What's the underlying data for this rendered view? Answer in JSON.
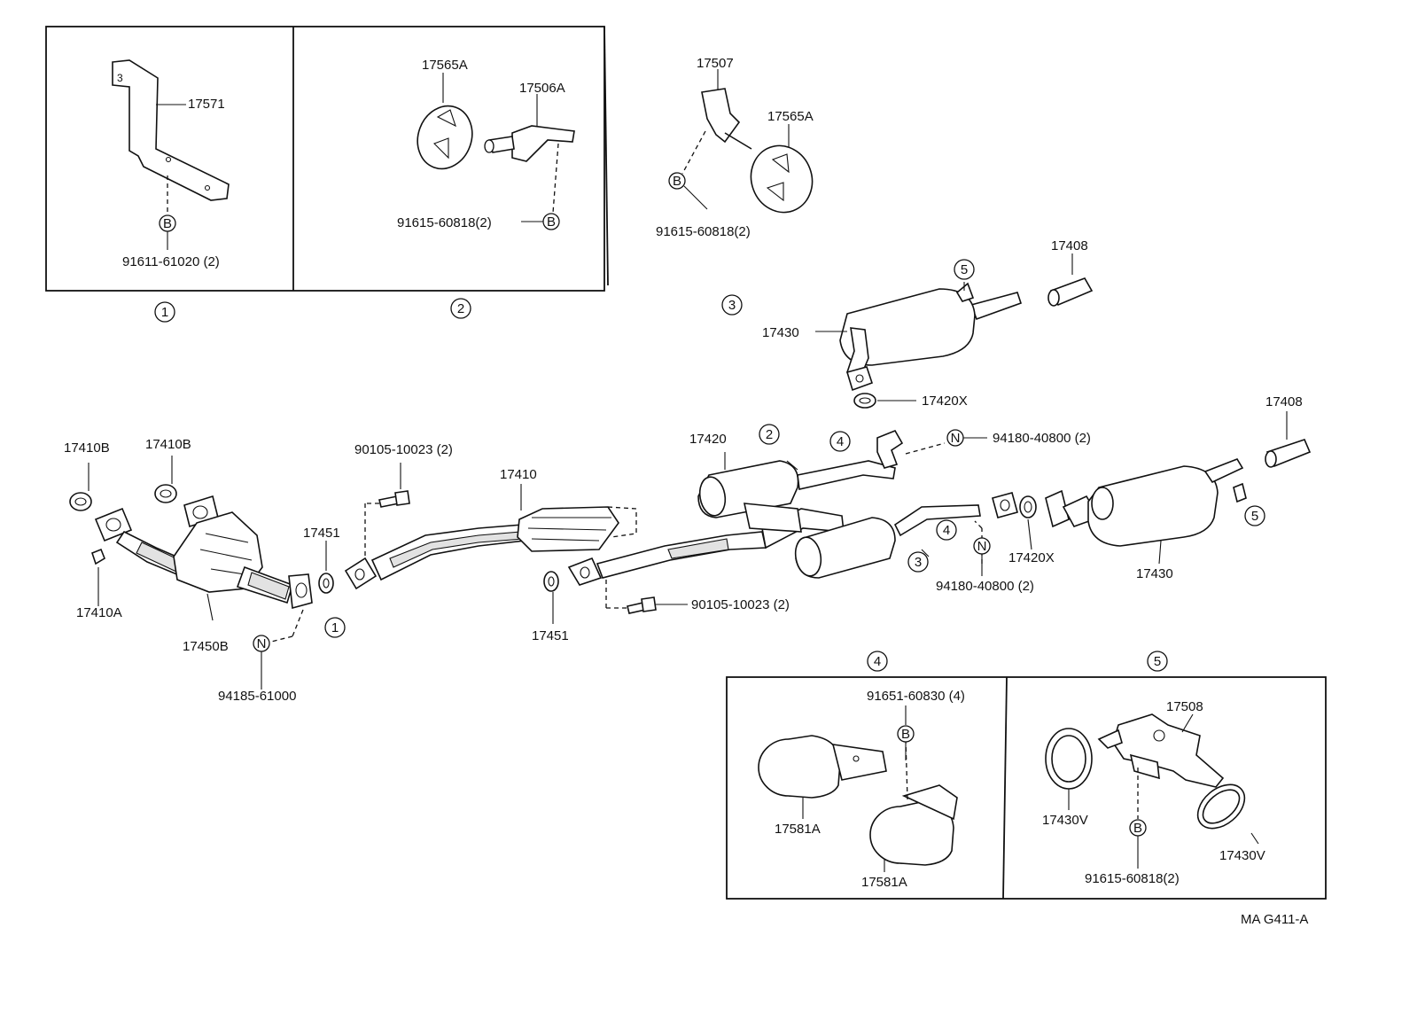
{
  "figure_code": "MA G411-A",
  "markers": {
    "one": "1",
    "two": "2",
    "three": "3",
    "four": "4",
    "five": "5",
    "b": "B",
    "n": "N"
  },
  "detail_1": {
    "parts": [
      "17571",
      "91611-61020 (2)"
    ]
  },
  "detail_2": {
    "parts": [
      "17565A",
      "17506A",
      "91615-60818(2)"
    ]
  },
  "detail_3": {
    "parts": [
      "17507",
      "17565A",
      "91615-60818(2)"
    ]
  },
  "detail_4": {
    "parts": [
      "91651-60830 (4)",
      "17581A",
      "17581A"
    ]
  },
  "detail_5": {
    "parts": [
      "17508",
      "17430V",
      "17430V",
      "91615-60818(2)"
    ]
  },
  "main": {
    "labels": [
      "17410B",
      "17410B",
      "17410A",
      "17450B",
      "94185-61000",
      "17451",
      "90105-10023 (2)",
      "17410",
      "17451",
      "90105-10023 (2)",
      "17420",
      "94180-40800 (2)",
      "94180-40800 (2)",
      "17420X",
      "17408",
      "17430",
      "17408",
      "17430",
      "17420X"
    ]
  }
}
